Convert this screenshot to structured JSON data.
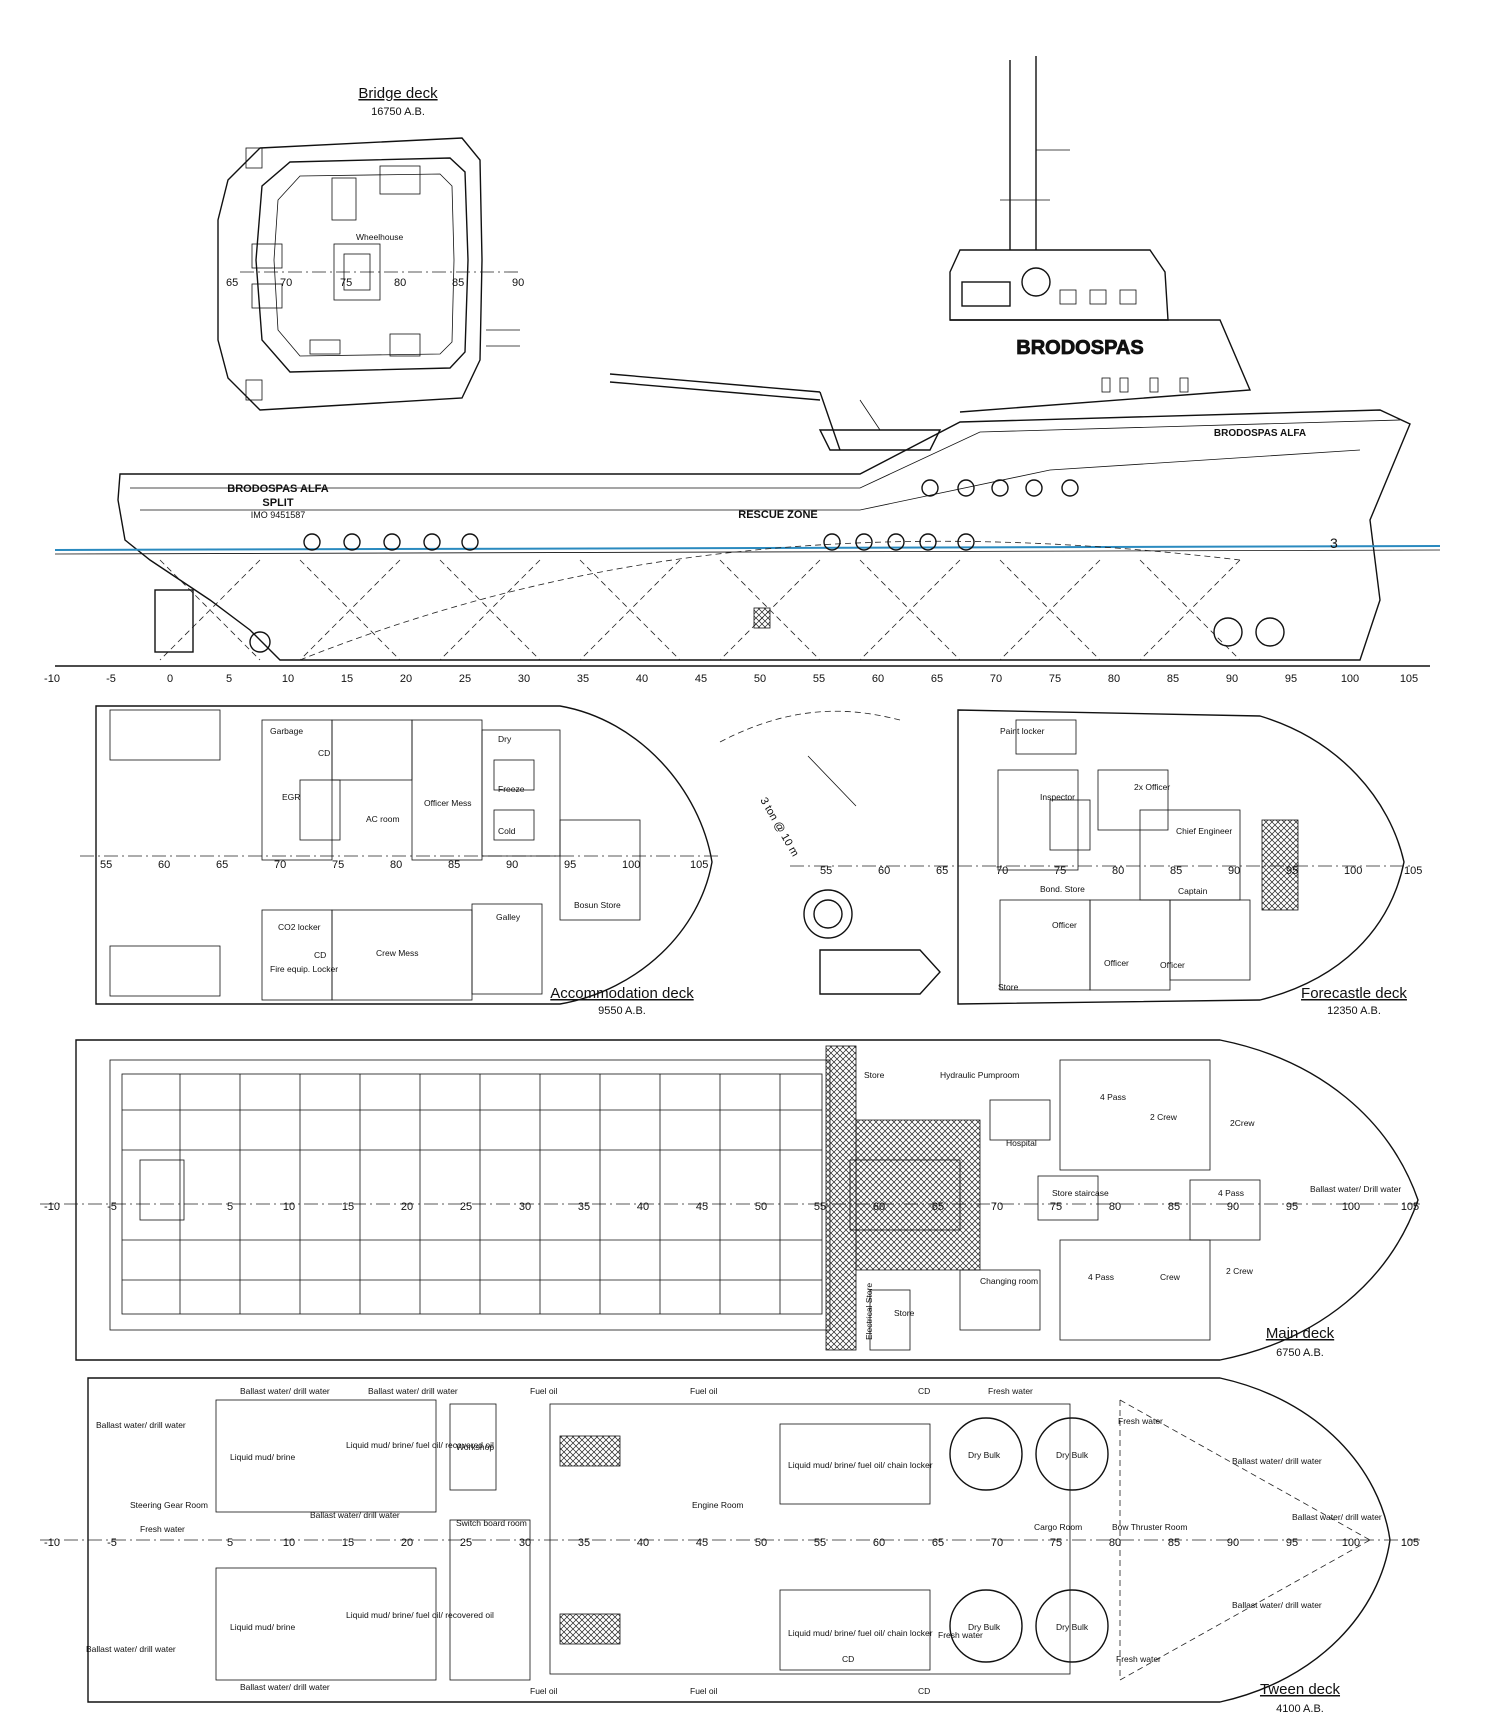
{
  "decks": {
    "bridge": {
      "title": "Bridge deck",
      "level": "16750 A.B.",
      "rooms": [
        "Wheelhouse"
      ],
      "frames": [
        "65",
        "70",
        "75",
        "80",
        "85",
        "90"
      ]
    },
    "accommodation": {
      "title": "Accommodation deck",
      "level": "9550 A.B.",
      "rooms": [
        "Garbage",
        "CD",
        "EGR",
        "AC room",
        "Officer Mess",
        "Dry",
        "Freeze",
        "Cold",
        "Bosun Store",
        "CO2 locker",
        "CD",
        "Fire equip. Locker",
        "Crew Mess",
        "Galley"
      ],
      "frames": [
        "55",
        "60",
        "65",
        "70",
        "75",
        "80",
        "85",
        "90",
        "95",
        "100",
        "105"
      ]
    },
    "forecastle": {
      "title": "Forecastle deck",
      "level": "12350 A.B.",
      "crane": "3 ton @ 10 m",
      "rooms": [
        "Paint locker",
        "Inspector",
        "2x Officer",
        "Chief Engineer",
        "Bond. Store",
        "Captain",
        "Officer",
        "Officer",
        "Officer",
        "Store"
      ],
      "frames": [
        "55",
        "60",
        "65",
        "70",
        "75",
        "80",
        "85",
        "90",
        "95",
        "100",
        "105"
      ]
    },
    "main": {
      "title": "Main deck",
      "level": "6750 A.B.",
      "rooms": [
        "Store",
        "Hydraulic Pumproom",
        "4 Pass",
        "2 Crew",
        "2Crew",
        "Hospital",
        "Store staircase",
        "4 Pass",
        "Ballast water/ Drill water",
        "Changing room",
        "Electrical Store",
        "Store",
        "4 Pass",
        "Crew",
        "2 Crew"
      ],
      "frames": [
        "-10",
        "-5",
        "5",
        "10",
        "15",
        "20",
        "25",
        "30",
        "35",
        "40",
        "45",
        "50",
        "55",
        "60",
        "65",
        "70",
        "75",
        "80",
        "85",
        "90",
        "95",
        "100",
        "105"
      ]
    },
    "tween": {
      "title": "Tween deck",
      "level": "4100 A.B.",
      "rooms": [
        "Ballast water/ drill water",
        "Ballast water/ drill water",
        "Fuel oil",
        "Fuel oil",
        "CD",
        "Fresh water",
        "Ballast water/ drill water",
        "Liquid mud/ brine",
        "Liquid mud/ brine/ fuel oil/ recovered oil",
        "Workshop",
        "Liquid mud/ brine/ fuel oil/ chain locker",
        "Dry Bulk",
        "Dry Bulk",
        "Fresh water",
        "Ballast water/ drill water",
        "Steering Gear Room",
        "Fresh water",
        "Ballast water/ drill water",
        "Engine Room",
        "Switch board room",
        "Cargo Room",
        "Bow Thruster Room",
        "Ballast water/ drill water",
        "Liquid mud/ brine",
        "Liquid mud/ brine/ fuel oil/ recovered oil",
        "Liquid mud/ brine/ fuel oil/ chain locker",
        "Dry Bulk",
        "Dry Bulk",
        "CD",
        "Fresh water",
        "Ballast water/ drill water",
        "Ballast water/ drill water",
        "Ballast water/ drill water",
        "Fuel oil",
        "Fuel oil",
        "CD",
        "Fresh water"
      ],
      "frames": [
        "-10",
        "-5",
        "5",
        "10",
        "15",
        "20",
        "25",
        "30",
        "35",
        "40",
        "45",
        "50",
        "55",
        "60",
        "65",
        "70",
        "75",
        "80",
        "85",
        "90",
        "95",
        "100",
        "105"
      ]
    }
  },
  "profile": {
    "hull_name": "BRODOSPAS ALFA",
    "home_port": "SPLIT",
    "imo": "IMO 9451587",
    "zone_label": "RESCUE ZONE",
    "bow_name": "BRODOSPAS ALFA",
    "superstructure_name": "BRODOSPAS",
    "draft_mark": "3",
    "frames": [
      "-10",
      "-5",
      "0",
      "5",
      "10",
      "15",
      "20",
      "25",
      "30",
      "35",
      "40",
      "45",
      "50",
      "55",
      "60",
      "65",
      "70",
      "75",
      "80",
      "85",
      "90",
      "95",
      "100",
      "105"
    ]
  }
}
